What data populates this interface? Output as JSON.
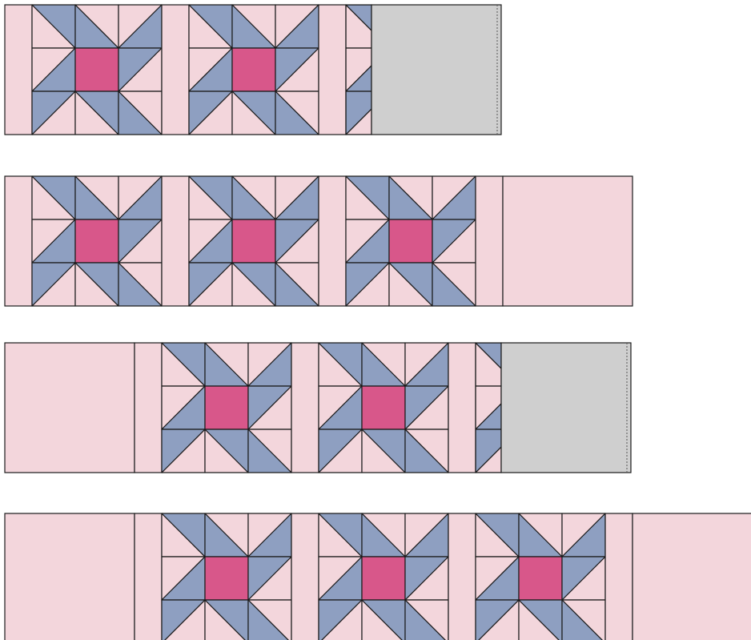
{
  "colors": {
    "background": "#ffffff",
    "fabric_light": "#f3d6dc",
    "fabric_blue": "#8e9fc1",
    "fabric_center": "#d8578a",
    "fabric_fold": "#cfcfcf",
    "seam": "#1a1a1a"
  },
  "rows": [
    {
      "name": "strip-row-1",
      "items": [
        {
          "kind": "sashing"
        },
        {
          "kind": "star-block"
        },
        {
          "kind": "sashing"
        },
        {
          "kind": "star-block"
        },
        {
          "kind": "sashing"
        },
        {
          "kind": "star-block-partial",
          "visible_fraction": 0.2
        },
        {
          "kind": "folded-fabric"
        }
      ]
    },
    {
      "name": "strip-row-2",
      "items": [
        {
          "kind": "sashing"
        },
        {
          "kind": "star-block"
        },
        {
          "kind": "sashing"
        },
        {
          "kind": "star-block"
        },
        {
          "kind": "sashing"
        },
        {
          "kind": "star-block"
        },
        {
          "kind": "sashing"
        },
        {
          "kind": "border"
        }
      ]
    },
    {
      "name": "strip-row-3",
      "items": [
        {
          "kind": "border"
        },
        {
          "kind": "sashing"
        },
        {
          "kind": "star-block"
        },
        {
          "kind": "sashing"
        },
        {
          "kind": "star-block"
        },
        {
          "kind": "sashing"
        },
        {
          "kind": "star-block-partial",
          "visible_fraction": 0.2
        },
        {
          "kind": "folded-fabric"
        }
      ]
    },
    {
      "name": "strip-row-4",
      "items": [
        {
          "kind": "border"
        },
        {
          "kind": "sashing"
        },
        {
          "kind": "star-block"
        },
        {
          "kind": "sashing"
        },
        {
          "kind": "star-block"
        },
        {
          "kind": "sashing"
        },
        {
          "kind": "star-block"
        },
        {
          "kind": "sashing"
        },
        {
          "kind": "border"
        }
      ]
    }
  ]
}
